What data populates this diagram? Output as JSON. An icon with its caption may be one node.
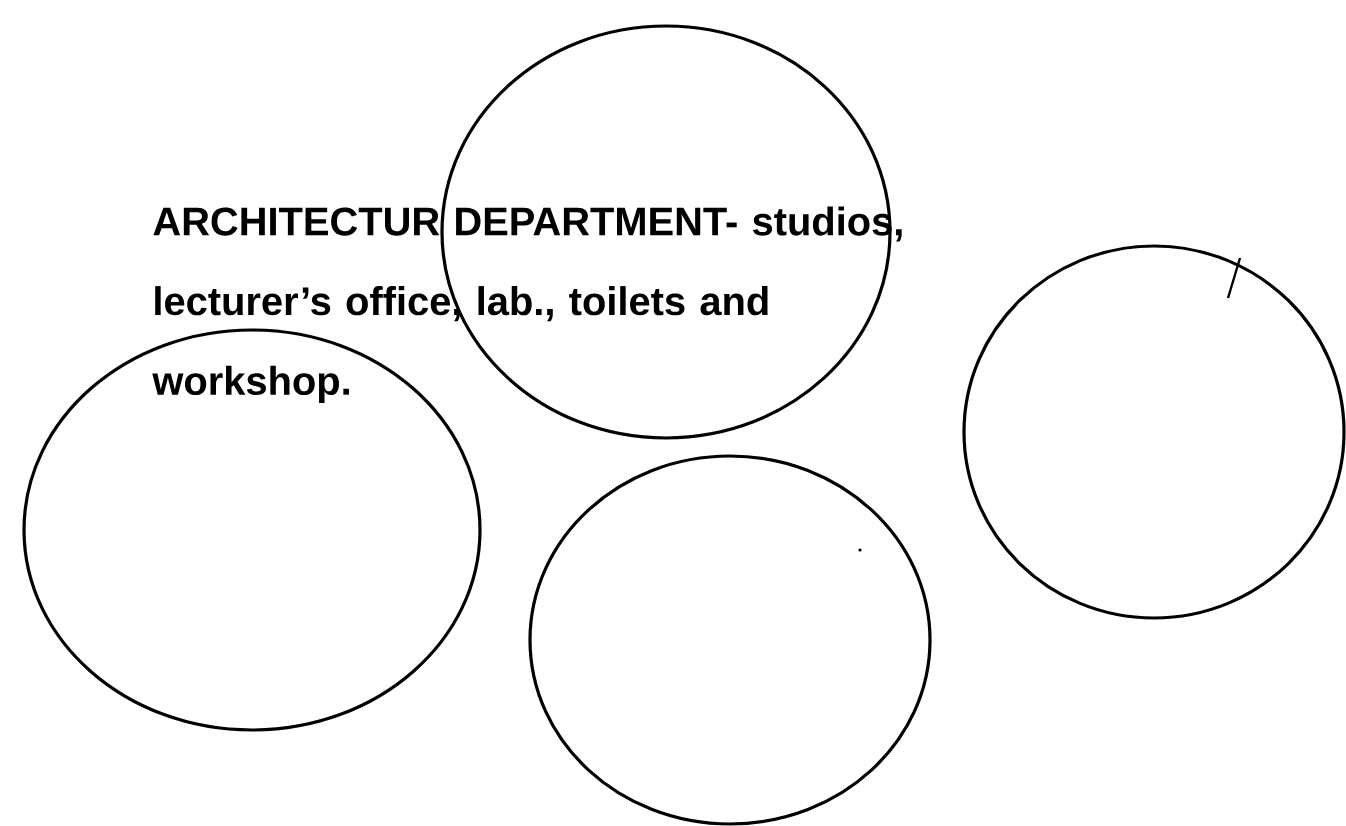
{
  "diagram": {
    "nodes": [
      {
        "text": [],
        "shape": "circle"
      },
      {
        "text": [],
        "shape": "circle"
      },
      {
        "text": [],
        "shape": "circle"
      },
      {
        "text": [],
        "shape": "circle"
      }
    ],
    "labels": [
      "ARCHITECTUR DEPARTMENT- studios, lecturer’s office, lab., toilets and workshop."
    ]
  }
}
